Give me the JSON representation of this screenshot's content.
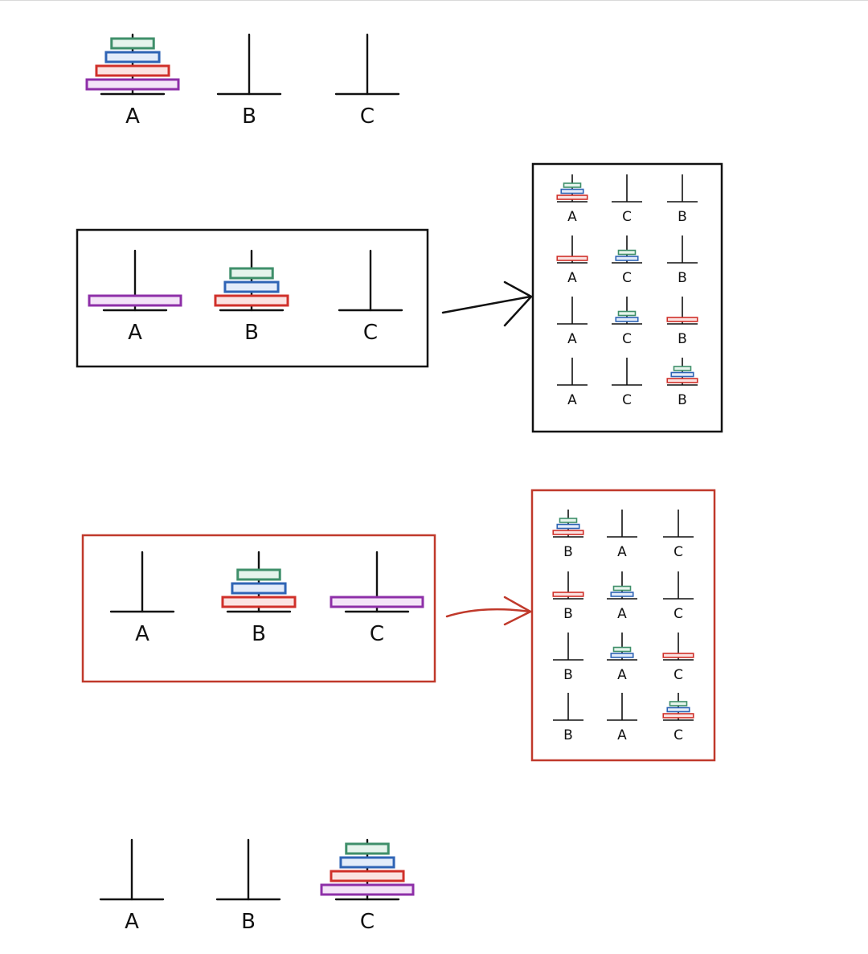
{
  "title": "",
  "colors": {
    "ink": "#111111",
    "frame_black": "#111111",
    "frame_red": "#c0392b",
    "disk_green": {
      "stroke": "#3f8f6a",
      "fill": "#e6f4ec"
    },
    "disk_blue": {
      "stroke": "#2f64b5",
      "fill": "#e3ecfa"
    },
    "disk_red": {
      "stroke": "#d0302a",
      "fill": "#fbe3e2"
    },
    "disk_purple": {
      "stroke": "#8e2fa8",
      "fill": "#f4e4f8"
    }
  },
  "disk_legend": [
    "green",
    "blue",
    "red",
    "purple"
  ],
  "states": {
    "initial": {
      "towers": [
        {
          "label": "A",
          "disks": [
            "purple",
            "red",
            "blue",
            "green"
          ]
        },
        {
          "label": "B",
          "disks": []
        },
        {
          "label": "C",
          "disks": []
        }
      ]
    },
    "step_1": {
      "towers": [
        {
          "label": "A",
          "disks": [
            "purple"
          ]
        },
        {
          "label": "B",
          "disks": [
            "red",
            "blue",
            "green"
          ]
        },
        {
          "label": "C",
          "disks": []
        }
      ]
    },
    "step_2": {
      "towers": [
        {
          "label": "A",
          "disks": []
        },
        {
          "label": "B",
          "disks": [
            "red",
            "blue",
            "green"
          ]
        },
        {
          "label": "C",
          "disks": [
            "purple"
          ]
        }
      ]
    },
    "final": {
      "towers": [
        {
          "label": "A",
          "disks": []
        },
        {
          "label": "B",
          "disks": []
        },
        {
          "label": "C",
          "disks": [
            "purple",
            "red",
            "blue",
            "green"
          ]
        }
      ]
    }
  },
  "detail_black": {
    "rows": [
      {
        "towers": [
          {
            "label": "A",
            "disks": [
              "red",
              "blue",
              "green"
            ]
          },
          {
            "label": "C",
            "disks": []
          },
          {
            "label": "B",
            "disks": []
          }
        ]
      },
      {
        "towers": [
          {
            "label": "A",
            "disks": [
              "red"
            ]
          },
          {
            "label": "C",
            "disks": [
              "blue",
              "green"
            ]
          },
          {
            "label": "B",
            "disks": []
          }
        ]
      },
      {
        "towers": [
          {
            "label": "A",
            "disks": []
          },
          {
            "label": "C",
            "disks": [
              "blue",
              "green"
            ]
          },
          {
            "label": "B",
            "disks": [
              "red"
            ]
          }
        ]
      },
      {
        "towers": [
          {
            "label": "A",
            "disks": []
          },
          {
            "label": "C",
            "disks": []
          },
          {
            "label": "B",
            "disks": [
              "red",
              "blue",
              "green"
            ]
          }
        ]
      }
    ]
  },
  "detail_red": {
    "rows": [
      {
        "towers": [
          {
            "label": "B",
            "disks": [
              "red",
              "blue",
              "green"
            ]
          },
          {
            "label": "A",
            "disks": []
          },
          {
            "label": "C",
            "disks": []
          }
        ]
      },
      {
        "towers": [
          {
            "label": "B",
            "disks": [
              "red"
            ]
          },
          {
            "label": "A",
            "disks": [
              "blue",
              "green"
            ]
          },
          {
            "label": "C",
            "disks": []
          }
        ]
      },
      {
        "towers": [
          {
            "label": "B",
            "disks": []
          },
          {
            "label": "A",
            "disks": [
              "blue",
              "green"
            ]
          },
          {
            "label": "C",
            "disks": [
              "red"
            ]
          }
        ]
      },
      {
        "towers": [
          {
            "label": "B",
            "disks": []
          },
          {
            "label": "A",
            "disks": []
          },
          {
            "label": "C",
            "disks": [
              "red",
              "blue",
              "green"
            ]
          }
        ]
      }
    ]
  }
}
